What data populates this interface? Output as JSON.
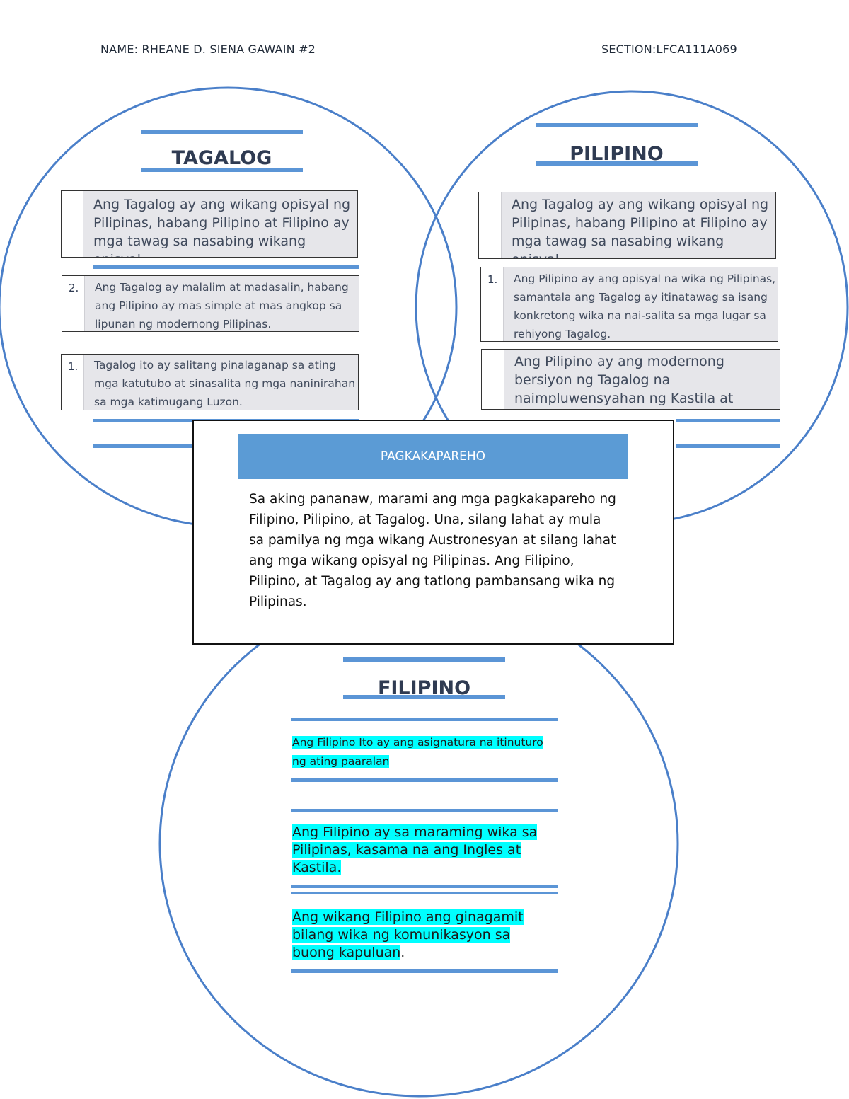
{
  "header": {
    "name": "NAME: RHEANE D. SIENA  GAWAIN #2",
    "section": "SECTION:LFCA111A069"
  },
  "tagalog": {
    "title": "TAGALOG",
    "box1": "Ang Tagalog ay ang wikang opisyal ng Pilipinas, habang Pilipino at Filipino ay mga tawag sa nasabing wikang opisyal",
    "box2_num": "2.",
    "box2": "Ang Tagalog ay malalim at madasalin, habang ang Pilipino ay mas simple at mas angkop sa lipunan ng modernong Pilipinas.",
    "box3_num": "1.",
    "box3": "Tagalog ito ay salitang pinalaganap sa ating mga katutubo at sinasalita ng mga naninirahan sa mga katimugang Luzon."
  },
  "pilipino": {
    "title": "PILIPINO",
    "box1": "Ang Tagalog ay ang wikang opisyal ng Pilipinas, habang Pilipino at Filipino ay mga tawag sa nasabing wikang opisyal",
    "box2_num": "1.",
    "box2": "Ang Pilipino ay ang opisyal na wika ng Pilipinas, samantala ang Tagalog ay itinatawag sa isang konkretong wika na nai-salita sa mga lugar sa rehiyong Tagalog.",
    "box3": "Ang Pilipino ay ang modernong bersiyon ng Tagalog na naimpluwensyahan ng Kastila at"
  },
  "center": {
    "heading": "PAGKAKAPAREHO",
    "body": "Sa aking pananaw, marami ang mga pagkakapareho ng Filipino, Pilipino, at Tagalog. Una, silang lahat ay mula sa pamilya ng mga wikang Austronesyan at silang lahat ang mga wikang opisyal ng Pilipinas. Ang Filipino, Pilipino, at Tagalog ay ang tatlong pambansang wika ng Pilipinas."
  },
  "filipino": {
    "title": "FILIPINO",
    "item1": "Ang Filipino Ito ay ang asignatura na itinuturo ng ating paaralan",
    "item2": "Ang Filipino ay sa maraming wika sa Pilipinas, kasama na ang Ingles at Kastila.",
    "item3": "Ang wikang Filipino  ang ginagamit bilang wika ng komunikasyon sa buong kapuluan",
    "item3_end": "."
  },
  "colors": {
    "accent": "#5b9bd5",
    "circle": "#4a7fc9",
    "highlight": "#00ffff"
  }
}
